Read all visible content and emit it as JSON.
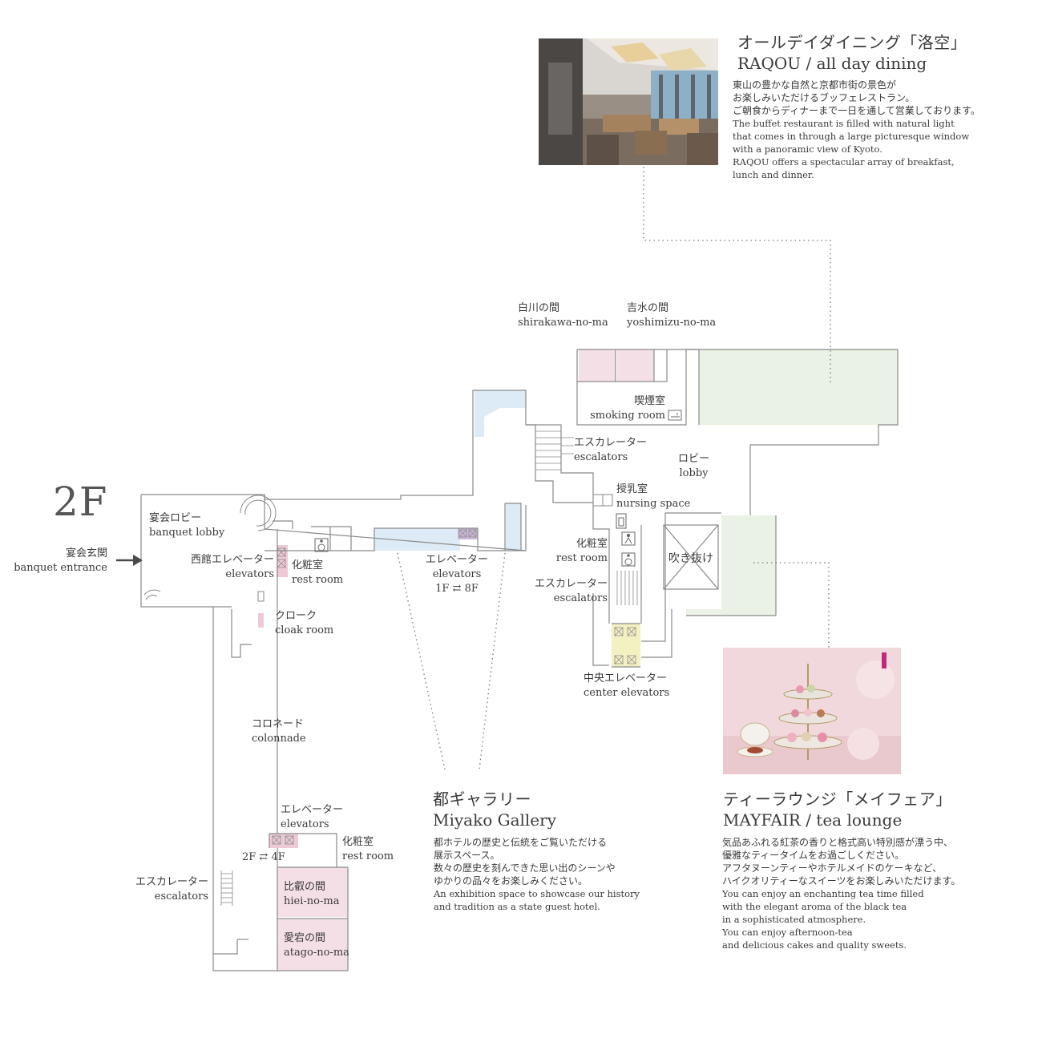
{
  "floor_label": "2F",
  "raqou": {
    "title_jp": "オールデイダイニング「洛空」",
    "title_en": "RAQOU / all day dining",
    "desc_jp": [
      "東山の豊かな自然と京都市街の景色が",
      "お楽しみいただけるブッフェレストラン。",
      "ご朝食からディナーまで一日を通して営業しております。"
    ],
    "desc_en": [
      "The buffet restaurant is filled with natural light",
      "that comes in through a large picturesque window",
      "with a panoramic view of Kyoto.",
      "RAQOU offers a spectacular array of breakfast,",
      "lunch and dinner."
    ]
  },
  "gallery": {
    "title_jp": "都ギャラリー",
    "title_en": "Miyako Gallery",
    "desc_jp": [
      "都ホテルの歴史と伝統をご覧いただける",
      "展示スペース。",
      "数々の歴史を刻んできた思い出のシーンや",
      "ゆかりの品々をお楽しみください。"
    ],
    "desc_en": [
      "An exhibition space to showcase our history",
      "and tradition as a state guest hotel."
    ]
  },
  "mayfair": {
    "title_jp": "ティーラウンジ「メイフェア」",
    "title_en": "MAYFAIR / tea lounge",
    "desc_jp": [
      "気品あふれる紅茶の香りと格式高い特別感が漂う中、",
      "優雅なティータイムをお過ごしください。",
      "アフタヌーンティーやホテルメイドのケーキなど、",
      "ハイクオリティーなスイーツをお楽しみいただけます。"
    ],
    "desc_en": [
      "You can enjoy an enchanting tea time filled",
      "with the elegant aroma of the black tea",
      "in a sophisticated atmosphere.",
      "You can enjoy afternoon-tea",
      "and delicious cakes and quality sweets."
    ]
  },
  "labels": {
    "shirakawa": {
      "jp": "白川の間",
      "en": "shirakawa-no-ma"
    },
    "yoshimizu": {
      "jp": "吉水の間",
      "en": "yoshimizu-no-ma"
    },
    "smoking": {
      "jp": "喫煙室",
      "en": "smoking room"
    },
    "escalators_top": {
      "jp": "エスカレーター",
      "en": "escalators"
    },
    "lobby": {
      "jp": "ロビー",
      "en": "lobby"
    },
    "nursing": {
      "jp": "授乳室",
      "en": "nursing space"
    },
    "restroom_center": {
      "jp": "化粧室",
      "en": "rest room"
    },
    "atrium": {
      "jp": "吹き抜け"
    },
    "escalators_center": {
      "jp": "エスカレーター",
      "en": "escalators"
    },
    "center_elevators": {
      "jp": "中央エレベーター",
      "en": "center elevators"
    },
    "banquet_lobby": {
      "jp": "宴会ロビー",
      "en": "banquet lobby"
    },
    "banquet_entrance": {
      "jp": "宴会玄関",
      "en": "banquet entrance"
    },
    "west_elevators": {
      "jp": "西館エレベーター",
      "en": "elevators"
    },
    "restroom_west": {
      "jp": "化粧室",
      "en": "rest room"
    },
    "elevators_mid": {
      "jp": "エレベーター",
      "en": "elevators",
      "floors": "1F ⇄ 8F"
    },
    "cloak": {
      "jp": "クローク",
      "en": "cloak room"
    },
    "colonnade": {
      "jp": "コロネード",
      "en": "colonnade"
    },
    "elevators_south": {
      "jp": "エレベーター",
      "en": "elevators",
      "floors": "2F ⇄ 4F"
    },
    "restroom_south": {
      "jp": "化粧室",
      "en": "rest room"
    },
    "escalators_south": {
      "jp": "エスカレーター",
      "en": "escalators"
    },
    "hiei": {
      "jp": "比叡の間",
      "en": "hiei-no-ma"
    },
    "atago": {
      "jp": "愛宕の間",
      "en": "atago-no-ma"
    }
  },
  "colors": {
    "wall": "#8a8a8a",
    "pink_room": "#f5dfe6",
    "blue_area": "#dcebf6",
    "green_area": "#e9f2e4",
    "yellow_elev": "#f3f1c2",
    "purple_elev": "#cdb8d8",
    "elev_pink": "#eecad6"
  }
}
